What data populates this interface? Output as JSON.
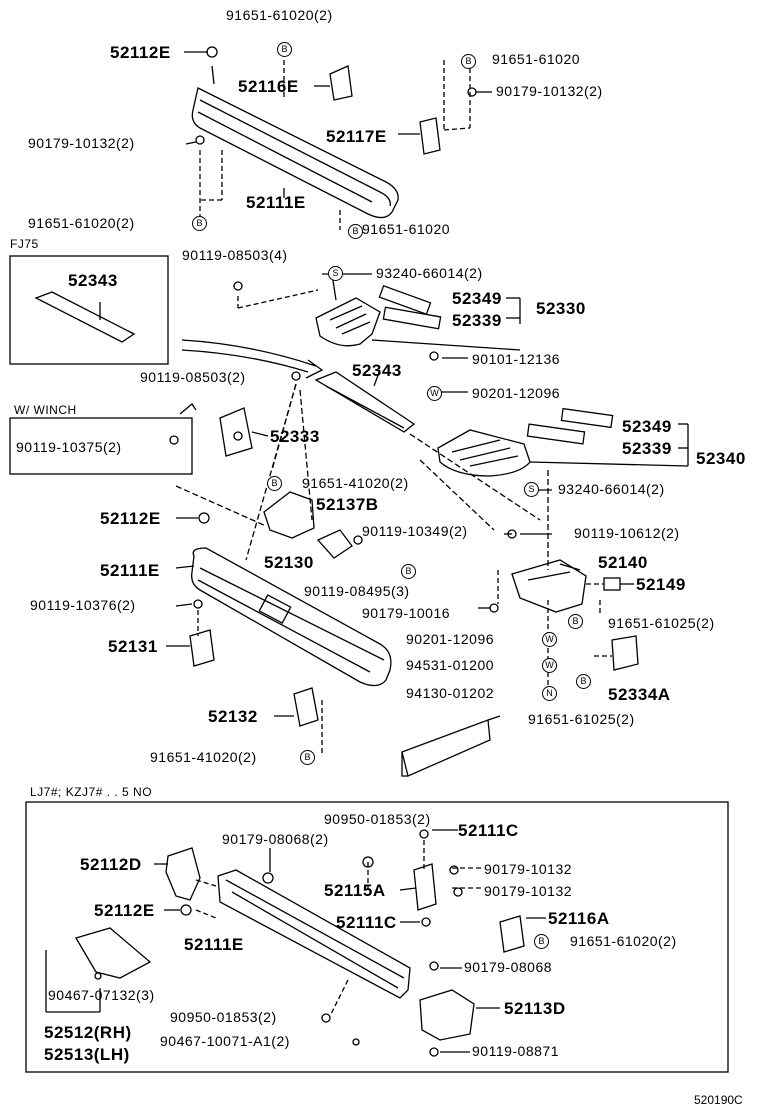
{
  "header": {
    "fj75": "FJ75",
    "winch": "W/ WINCH",
    "lj7": "LJ7#; KZJ7# . . 5 NO"
  },
  "footer": {
    "code": "520190C"
  },
  "labels": [
    {
      "id": "a1",
      "text": "91651-61020(2)",
      "cls": "sm"
    },
    {
      "id": "a2",
      "text": "52112E",
      "cls": "big"
    },
    {
      "id": "a3",
      "text": "52116E",
      "cls": "big"
    },
    {
      "id": "a4",
      "text": "91651-61020",
      "cls": "sm"
    },
    {
      "id": "a5",
      "text": "90179-10132(2)",
      "cls": "sm"
    },
    {
      "id": "a6",
      "text": "90179-10132(2)",
      "cls": "sm"
    },
    {
      "id": "a7",
      "text": "52117E",
      "cls": "big"
    },
    {
      "id": "a8",
      "text": "52111E",
      "cls": "big"
    },
    {
      "id": "a9",
      "text": "91651-61020(2)",
      "cls": "sm"
    },
    {
      "id": "a10",
      "text": "91651-61020",
      "cls": "sm"
    },
    {
      "id": "b1",
      "text": "52343",
      "cls": "big"
    },
    {
      "id": "b2",
      "text": "90119-08503(4)",
      "cls": "sm"
    },
    {
      "id": "b3",
      "text": "93240-66014(2)",
      "cls": "sm"
    },
    {
      "id": "b4",
      "text": "52349",
      "cls": "big"
    },
    {
      "id": "b5",
      "text": "52339",
      "cls": "big"
    },
    {
      "id": "b6",
      "text": "52330",
      "cls": "big"
    },
    {
      "id": "b7",
      "text": "90101-12136",
      "cls": "sm"
    },
    {
      "id": "b8",
      "text": "90119-08503(2)",
      "cls": "sm"
    },
    {
      "id": "b9",
      "text": "52343",
      "cls": "big"
    },
    {
      "id": "b10",
      "text": "90201-12096",
      "cls": "sm"
    },
    {
      "id": "c1",
      "text": "90119-10375(2)",
      "cls": "sm"
    },
    {
      "id": "c2",
      "text": "52333",
      "cls": "big"
    },
    {
      "id": "c3",
      "text": "52349",
      "cls": "big"
    },
    {
      "id": "c4",
      "text": "52339",
      "cls": "big"
    },
    {
      "id": "c5",
      "text": "52340",
      "cls": "big"
    },
    {
      "id": "c6",
      "text": "93240-66014(2)",
      "cls": "sm"
    },
    {
      "id": "c7",
      "text": "91651-41020(2)",
      "cls": "sm"
    },
    {
      "id": "c8",
      "text": "52137B",
      "cls": "big"
    },
    {
      "id": "c9",
      "text": "52112E",
      "cls": "big"
    },
    {
      "id": "c10",
      "text": "90119-10349(2)",
      "cls": "sm"
    },
    {
      "id": "c11",
      "text": "90119-10612(2)",
      "cls": "sm"
    },
    {
      "id": "c12",
      "text": "52130",
      "cls": "big"
    },
    {
      "id": "c13",
      "text": "52111E",
      "cls": "big"
    },
    {
      "id": "c14",
      "text": "52140",
      "cls": "big"
    },
    {
      "id": "c15",
      "text": "52149",
      "cls": "big"
    },
    {
      "id": "c16",
      "text": "90119-08495(3)",
      "cls": "sm"
    },
    {
      "id": "c17",
      "text": "90179-10016",
      "cls": "sm"
    },
    {
      "id": "c18",
      "text": "90119-10376(2)",
      "cls": "sm"
    },
    {
      "id": "c19",
      "text": "91651-61025(2)",
      "cls": "sm"
    },
    {
      "id": "c20",
      "text": "90201-12096",
      "cls": "sm"
    },
    {
      "id": "c21",
      "text": "52131",
      "cls": "big"
    },
    {
      "id": "c22",
      "text": "94531-01200",
      "cls": "sm"
    },
    {
      "id": "c23",
      "text": "94130-01202",
      "cls": "sm"
    },
    {
      "id": "c24",
      "text": "52334A",
      "cls": "big"
    },
    {
      "id": "c25",
      "text": "91651-61025(2)",
      "cls": "sm"
    },
    {
      "id": "c26",
      "text": "52132",
      "cls": "big"
    },
    {
      "id": "c27",
      "text": "91651-41020(2)",
      "cls": "sm"
    },
    {
      "id": "d1",
      "text": "90950-01853(2)",
      "cls": "sm"
    },
    {
      "id": "d2",
      "text": "52111C",
      "cls": "big"
    },
    {
      "id": "d3",
      "text": "90179-08068(2)",
      "cls": "sm"
    },
    {
      "id": "d4",
      "text": "52112D",
      "cls": "big"
    },
    {
      "id": "d5",
      "text": "90179-10132",
      "cls": "sm"
    },
    {
      "id": "d6",
      "text": "52115A",
      "cls": "big"
    },
    {
      "id": "d7",
      "text": "90179-10132",
      "cls": "sm"
    },
    {
      "id": "d8",
      "text": "52112E",
      "cls": "big"
    },
    {
      "id": "d9",
      "text": "52111C",
      "cls": "big"
    },
    {
      "id": "d10",
      "text": "52116A",
      "cls": "big"
    },
    {
      "id": "d11",
      "text": "52111E",
      "cls": "big"
    },
    {
      "id": "d12",
      "text": "91651-61020(2)",
      "cls": "sm"
    },
    {
      "id": "d13",
      "text": "90179-08068",
      "cls": "sm"
    },
    {
      "id": "d14",
      "text": "90467-07132(3)",
      "cls": "sm"
    },
    {
      "id": "d15",
      "text": "52113D",
      "cls": "big"
    },
    {
      "id": "d16",
      "text": "90950-01853(2)",
      "cls": "sm"
    },
    {
      "id": "d17",
      "text": "52512(RH)",
      "cls": "big"
    },
    {
      "id": "d18",
      "text": "90467-10071-A1(2)",
      "cls": "sm"
    },
    {
      "id": "d19",
      "text": "52513(LH)",
      "cls": "big"
    },
    {
      "id": "d20",
      "text": "90119-08871",
      "cls": "sm"
    }
  ],
  "markers": [
    {
      "id": "m1",
      "text": "B"
    },
    {
      "id": "m2",
      "text": "B"
    },
    {
      "id": "m3",
      "text": "B"
    },
    {
      "id": "m4",
      "text": "B"
    },
    {
      "id": "m5",
      "text": "S"
    },
    {
      "id": "m6",
      "text": "W"
    },
    {
      "id": "m7",
      "text": "S"
    },
    {
      "id": "m8",
      "text": "B"
    },
    {
      "id": "m9",
      "text": "B"
    },
    {
      "id": "m10",
      "text": "B"
    },
    {
      "id": "m11",
      "text": "W"
    },
    {
      "id": "m12",
      "text": "W"
    },
    {
      "id": "m13",
      "text": "N"
    },
    {
      "id": "m14",
      "text": "B"
    },
    {
      "id": "m15",
      "text": "B"
    },
    {
      "id": "m16",
      "text": "B"
    }
  ]
}
